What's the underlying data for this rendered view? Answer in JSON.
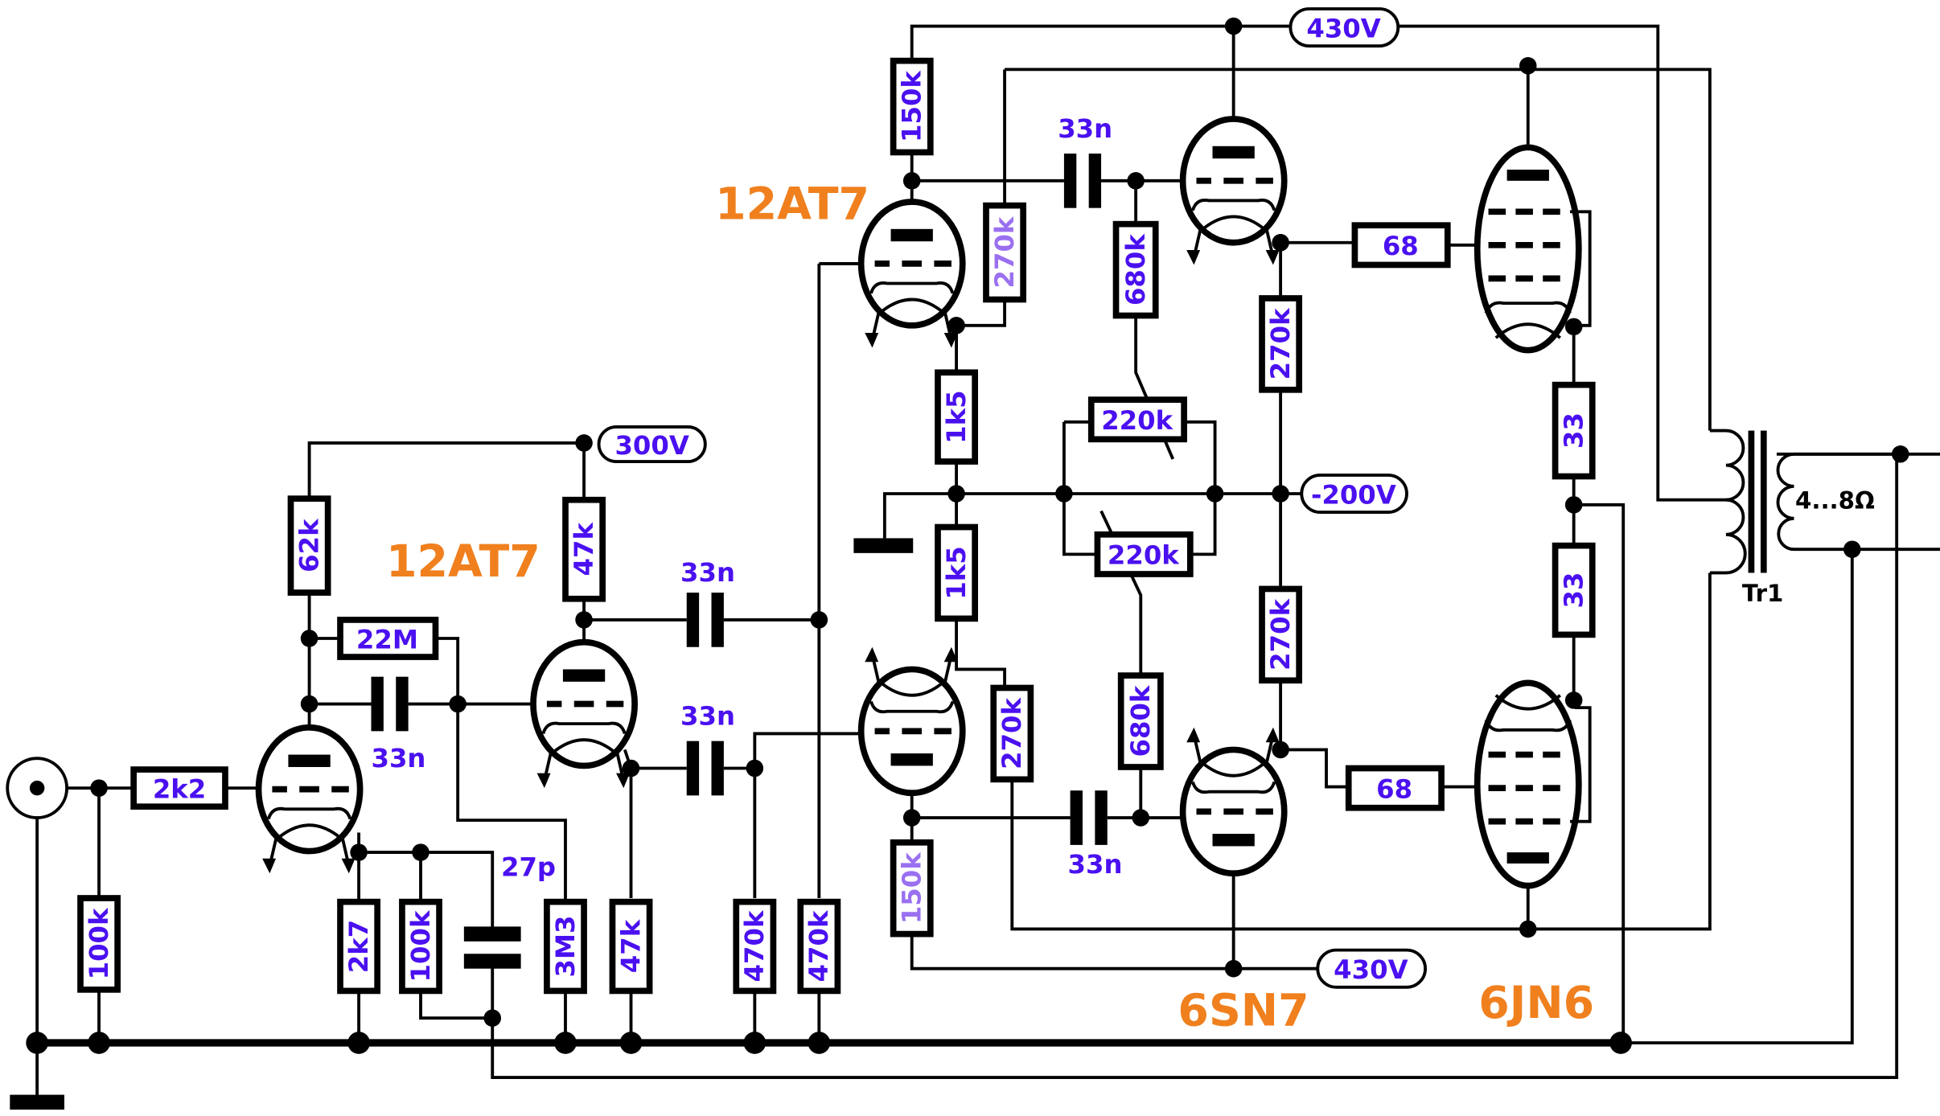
{
  "tubes": {
    "input": "12AT7",
    "phase_splitter": "12AT7",
    "driver": "6SN7",
    "output": "6JN6"
  },
  "supplies": {
    "v300": "300V",
    "v430_top": "430V",
    "v430_bottom": "430V",
    "vneg200": "-200V"
  },
  "resistors": {
    "r_2k2": "2k2",
    "r_100k_in": "100k",
    "r_62k": "62k",
    "r_22M": "22M",
    "r_47k_top": "47k",
    "r_2k7": "2k7",
    "r_100k_fb": "100k",
    "r_3M3": "3M3",
    "r_47k_bot": "47k",
    "r_470k_a": "470k",
    "r_470k_b": "470k",
    "r_150k_top": "150k",
    "r_270k_a": "270k",
    "r_1k5_a": "1k5",
    "r_1k5_b": "1k5",
    "r_270k_b": "270k",
    "r_150k_bot": "150k",
    "r_680k_a": "680k",
    "r_680k_b": "680k",
    "r_220k_a": "220k",
    "r_220k_b": "220k",
    "r_270k_c": "270k",
    "r_270k_d": "270k",
    "r_68_a": "68",
    "r_68_b": "68",
    "r_33_a": "33",
    "r_33_b": "33"
  },
  "capacitors": {
    "c1": "33n",
    "c2": "33n",
    "c3": "33n",
    "c4": "33n",
    "c5": "33n",
    "c6": "27p"
  },
  "transformer": {
    "name": "Tr1",
    "secondary": "4...8Ω"
  },
  "colors": {
    "label": "#4a10f0",
    "tube_label": "#f0801e"
  }
}
